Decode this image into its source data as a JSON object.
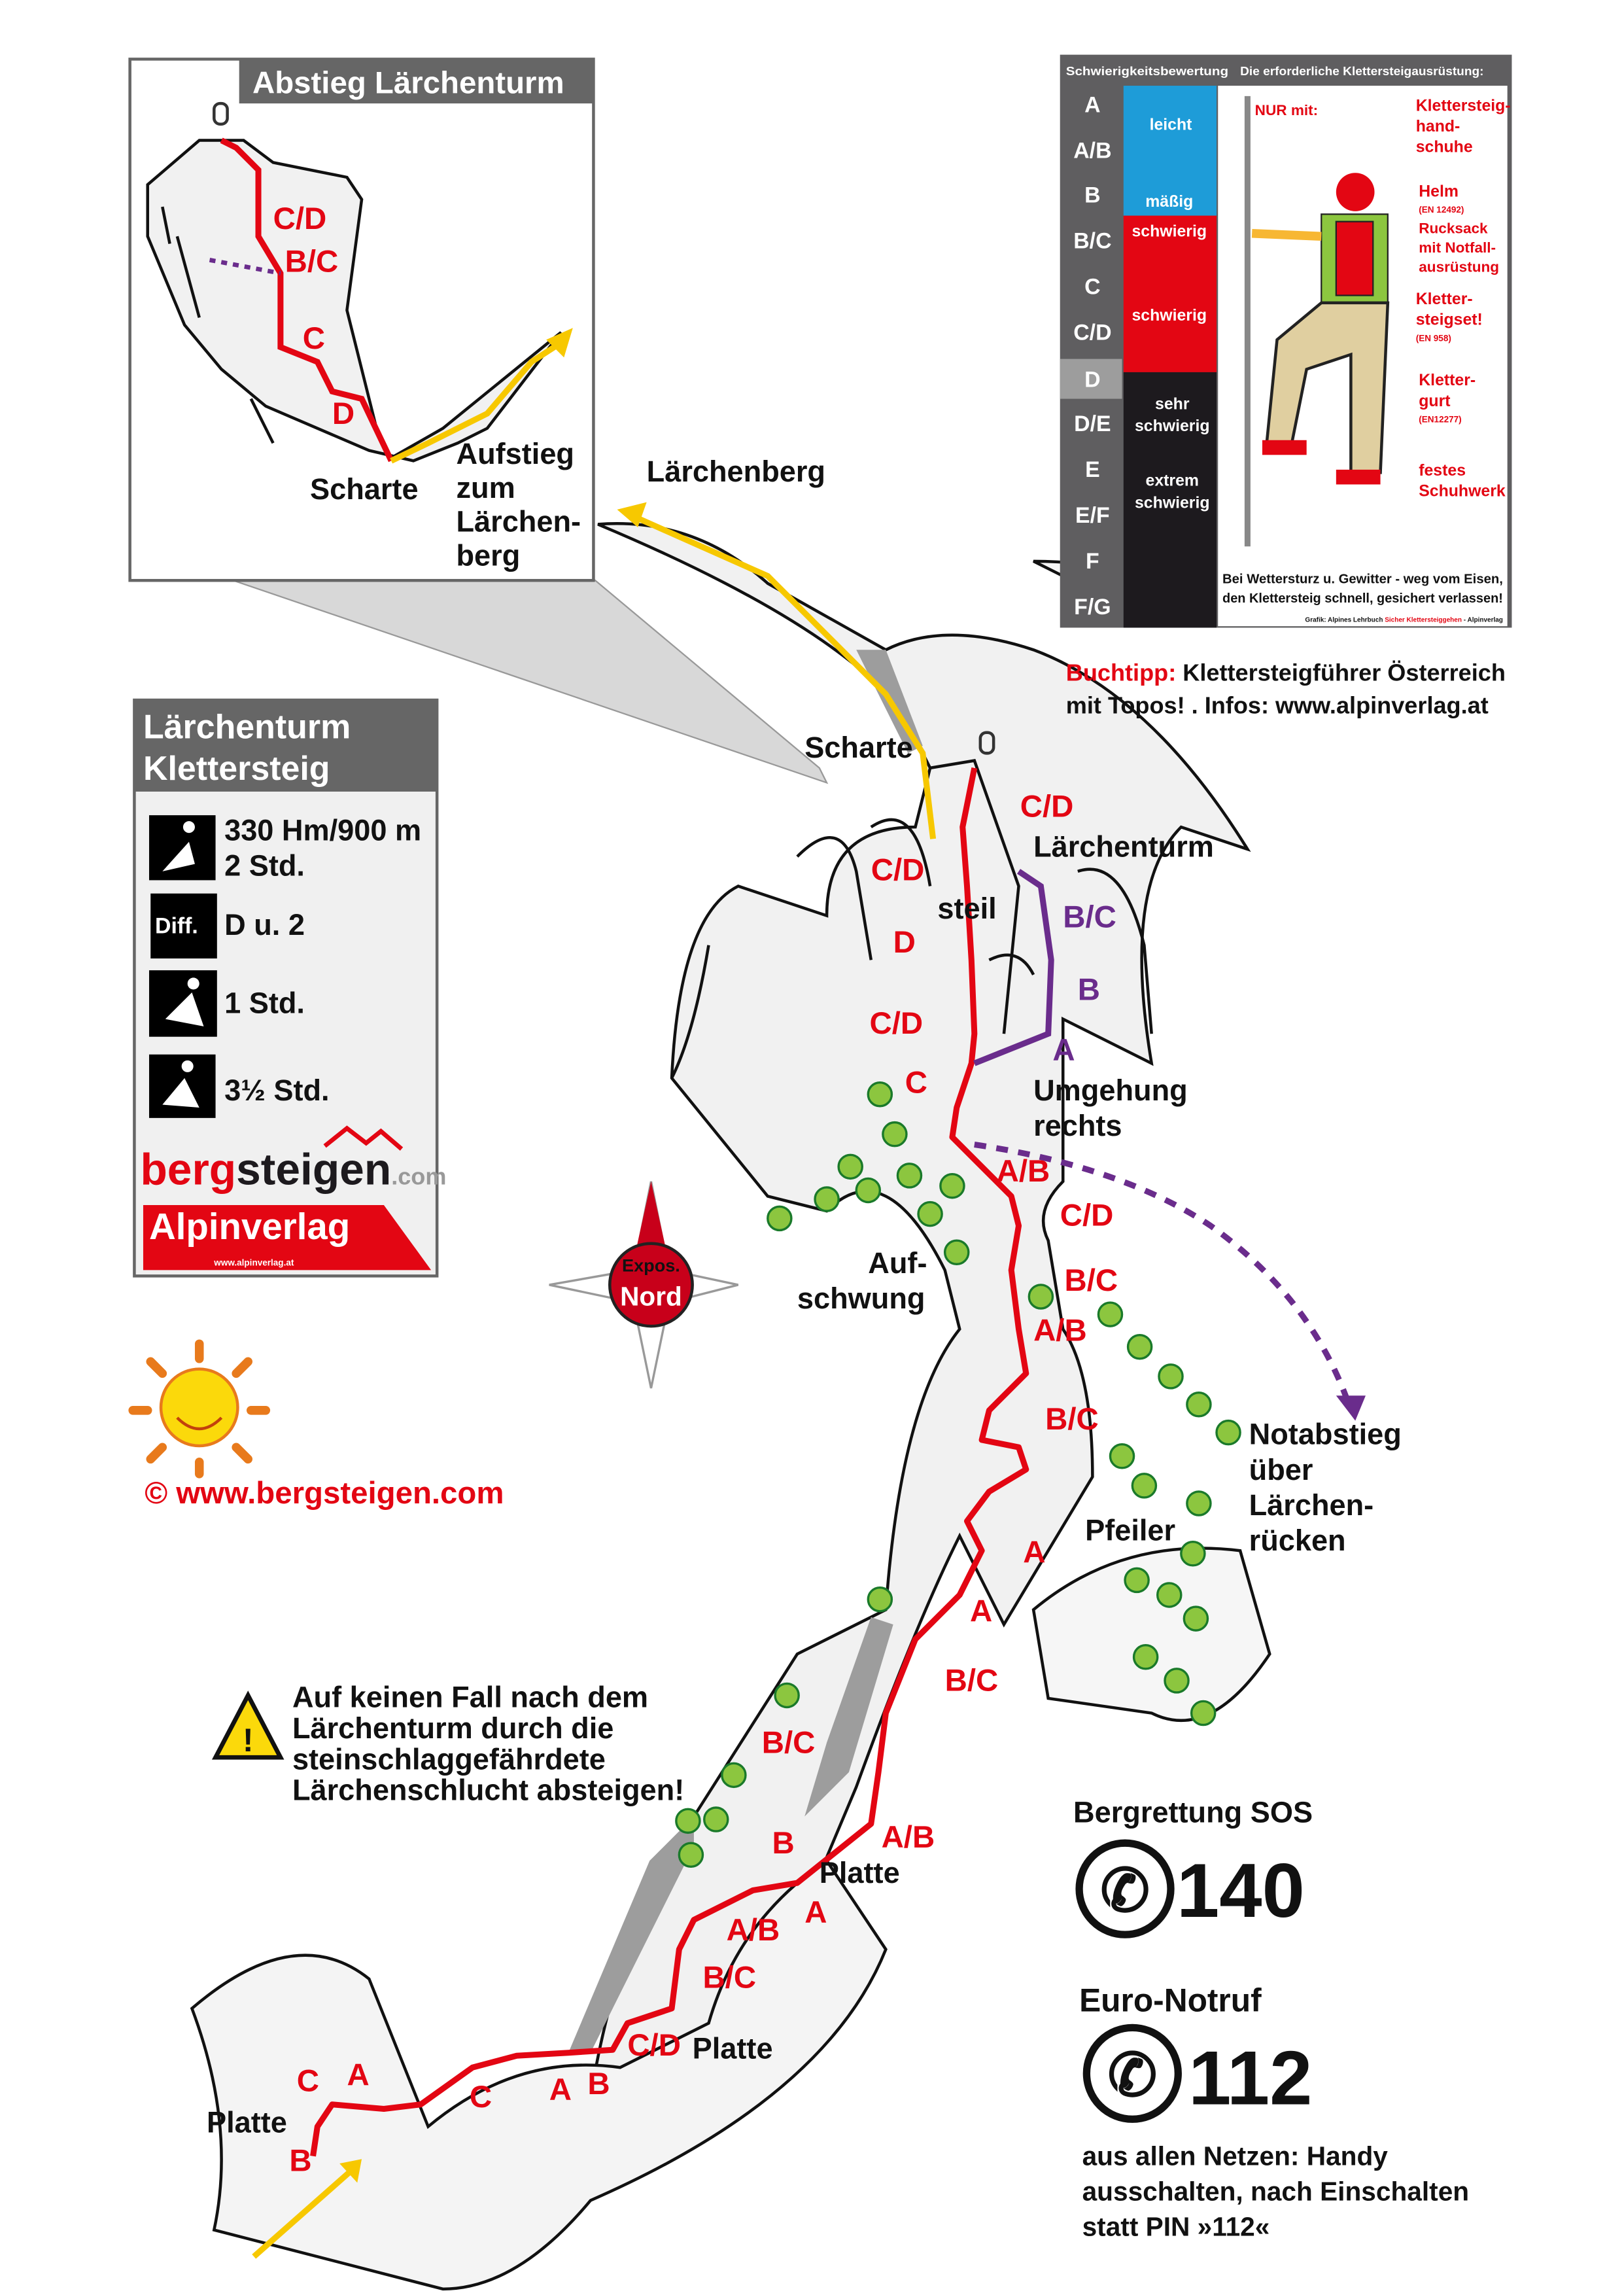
{
  "inset": {
    "title": "Abstieg Lärchenturm",
    "labels": [
      "C/D",
      "B/C",
      "C",
      "D",
      "Scharte",
      "Aufstieg",
      "zum",
      "Lärchen-",
      "berg"
    ]
  },
  "grading": {
    "header_left": "Schwierigkeitsbewertung",
    "header_right": "Die erforderliche Klettersteigausrüstung:",
    "grades": [
      "A",
      "A/B",
      "B",
      "B/C",
      "C",
      "C/D",
      "D",
      "D/E",
      "E",
      "E/F",
      "F",
      "F/G"
    ],
    "highlighted_grade": "D",
    "levels": [
      "leicht",
      "mäßig",
      "schwierig",
      "schwierig",
      "sehr",
      "schwierig",
      "extrem",
      "schwierig"
    ],
    "only_with": "NUR mit:",
    "equipment": [
      {
        "lines": [
          "Klettersteig-",
          "hand-",
          "schuhe"
        ],
        "norm": ""
      },
      {
        "lines": [
          "Helm"
        ],
        "norm": "(EN 12492)"
      },
      {
        "lines": [
          "Rucksack",
          "mit Notfall-",
          "ausrüstung"
        ],
        "norm": ""
      },
      {
        "lines": [
          "Kletter-",
          "steigset!"
        ],
        "norm": "(EN 958)"
      },
      {
        "lines": [
          "Kletter-",
          "gurt"
        ],
        "norm": "(EN12277)"
      },
      {
        "lines": [
          "festes",
          "Schuhwerk"
        ],
        "norm": ""
      }
    ],
    "warning_1": "Bei Wettersturz u. Gewitter - weg vom Eisen,",
    "warning_2": "den Klettersteig schnell, gesichert verlassen!",
    "credit_a": "Grafik: Alpines Lehrbuch ",
    "credit_b": "Sicher Klettersteiggehen",
    "credit_c": " - Alpinverlag",
    "colors": {
      "leicht": "#1e9cd8",
      "schwierig": "#e30613",
      "extrem": "#1d1a1e",
      "grade_bg": "#5f5e60",
      "grade_hl": "#9d9d9d"
    }
  },
  "book_tip": {
    "label": "Buchtipp:",
    "text": " Klettersteigführer Österreich",
    "line2": "mit Topos! . Infos: www.alpinverlag.at"
  },
  "info": {
    "title_1": "Lärchenturm",
    "title_2": "Klettersteig",
    "climb_line1": "330 Hm/900 m",
    "climb_line2": "2 Std.",
    "diff_icon": "Diff.",
    "difficulty": "D u. 2",
    "approach": "1 Std.",
    "descent": "3½ Std.",
    "logo_berg": "berg",
    "logo_steigen": "steigen",
    "logo_com": ".com",
    "logo_alpinverlag": "Alpinverlag",
    "logo_alpinverlag_url": "www.alpinverlag.at"
  },
  "compass": {
    "line1": "Expos.",
    "line2": "Nord"
  },
  "copyright": "©  www.bergsteigen.com",
  "warning": [
    "Auf keinen Fall nach dem",
    "Lärchenturm durch die",
    "steinschlaggefährdete",
    "Lärchenschlucht absteigen!"
  ],
  "emergency": {
    "sos_label": "Bergrettung SOS",
    "sos_number": "140",
    "euro_label": "Euro-Notruf",
    "euro_number": "112",
    "note": [
      "aus allen Netzen: Handy",
      "ausschalten, nach Einschalten",
      "statt PIN »112«"
    ]
  },
  "map_labels": {
    "laerchenberg": "Lärchenberg",
    "scharte": "Scharte",
    "laerchenturm": "Lärchenturm",
    "steil": "steil",
    "umgehung_1": "Umgehung",
    "umgehung_2": "rechts",
    "aufschwung_1": "Auf-",
    "aufschwung_2": "schwung",
    "notabstieg": [
      "Notabstieg",
      "über",
      "Lärchen-",
      "rücken"
    ],
    "pfeiler": "Pfeiler",
    "platte": "Platte"
  },
  "grades_red": [
    "C/D",
    "C/D",
    "D",
    "C/D",
    "C",
    "A/B",
    "C/D",
    "B/C",
    "A/B",
    "B/C",
    "A",
    "A",
    "B/C",
    "B/C",
    "B",
    "A/B",
    "A",
    "A/B",
    "B/C",
    "C/D",
    "A",
    "B",
    "C",
    "A",
    "C",
    "B"
  ],
  "grades_purple": [
    "B/C",
    "B",
    "A"
  ]
}
